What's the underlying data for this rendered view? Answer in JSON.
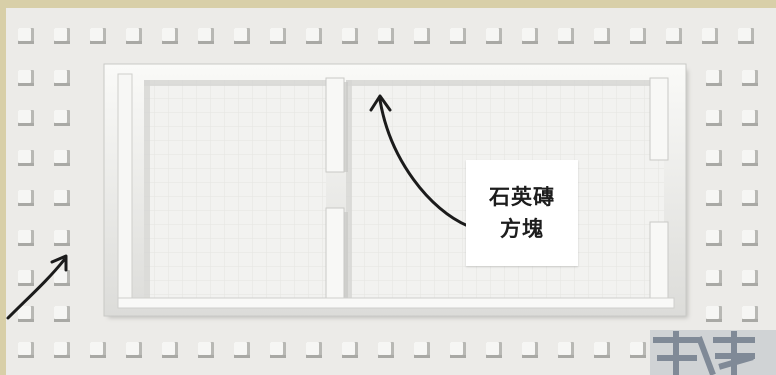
{
  "scene": {
    "type": "minecraft-build-top-view",
    "material_label": {
      "line1": "石英磚",
      "line2": "方塊"
    },
    "colors": {
      "parchment_border": "#d8cfa8",
      "quartz_surface": "#efefed",
      "floor": "#f2f2f0",
      "wall_shadow": "#b9b9b6",
      "arrow": "#1b1b1b",
      "watermark": "#9aa4b0"
    },
    "icons": [
      "arrow-icon",
      "watermark-logo"
    ]
  }
}
